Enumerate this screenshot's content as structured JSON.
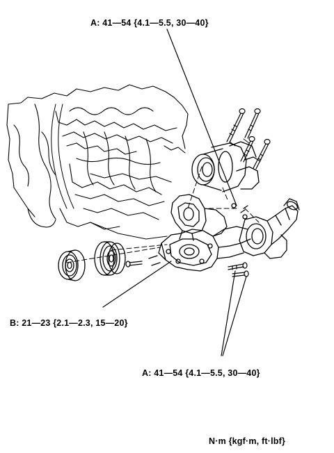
{
  "labels": {
    "top_callout": "A: 41—54 {4.1—5.5, 30—40}",
    "b_callout": "B: 21—23 {2.1—2.3, 15—20}",
    "bottom_callout": "A: 41—54 {4.1—5.5, 30—40}",
    "units": "N·m {kgf·m, ft·lbf}"
  }
}
